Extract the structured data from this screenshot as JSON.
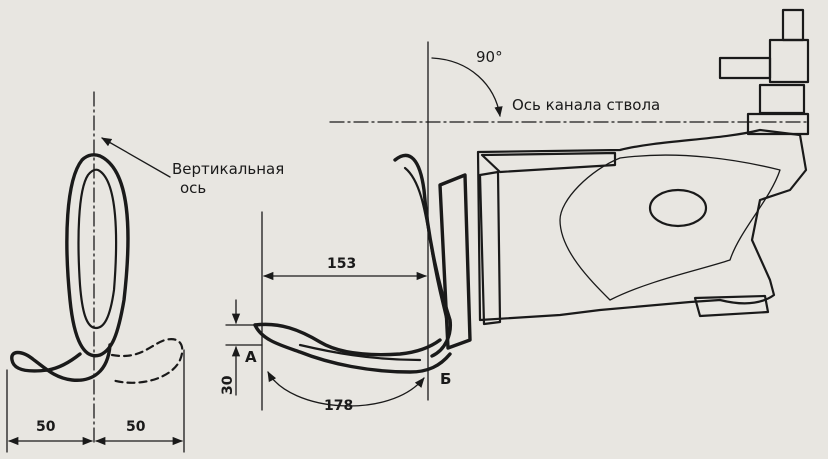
{
  "labels": {
    "angle": "90°",
    "bore_axis": "Ось канала ствола",
    "vertical_axis_line1": "Вертикальная",
    "vertical_axis_line2": "ось",
    "point_a": "А",
    "point_b": "Б"
  },
  "dimensions": {
    "reach_top": "153",
    "arc_length": "178",
    "drop": "30",
    "left_offset": "50",
    "right_offset": "50"
  }
}
